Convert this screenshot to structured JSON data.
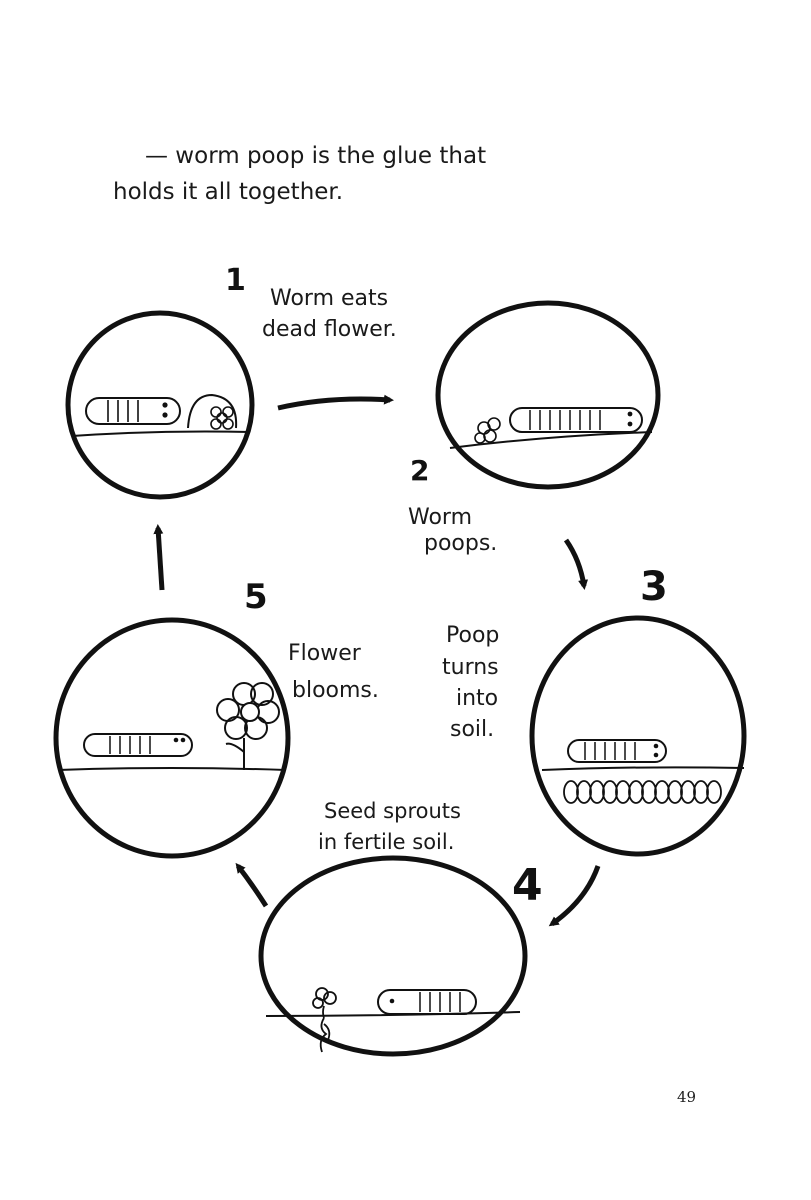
{
  "text": {
    "line1": "— worm poop is the glue that",
    "line2": "holds it all together."
  },
  "diagram": {
    "steps": [
      {
        "number": "1",
        "caption_lines": [
          "Worm eats",
          "dead flower."
        ]
      },
      {
        "number": "2",
        "caption_lines": [
          "Worm",
          "poops."
        ]
      },
      {
        "number": "3",
        "caption_lines": [
          "Poop",
          "turns",
          "into",
          "soil."
        ]
      },
      {
        "number": "4",
        "caption_lines": [
          "Seed sprouts",
          "in fertile soil."
        ]
      },
      {
        "number": "5",
        "caption_lines": [
          "Flower",
          "blooms."
        ]
      }
    ]
  },
  "page_number": "49"
}
